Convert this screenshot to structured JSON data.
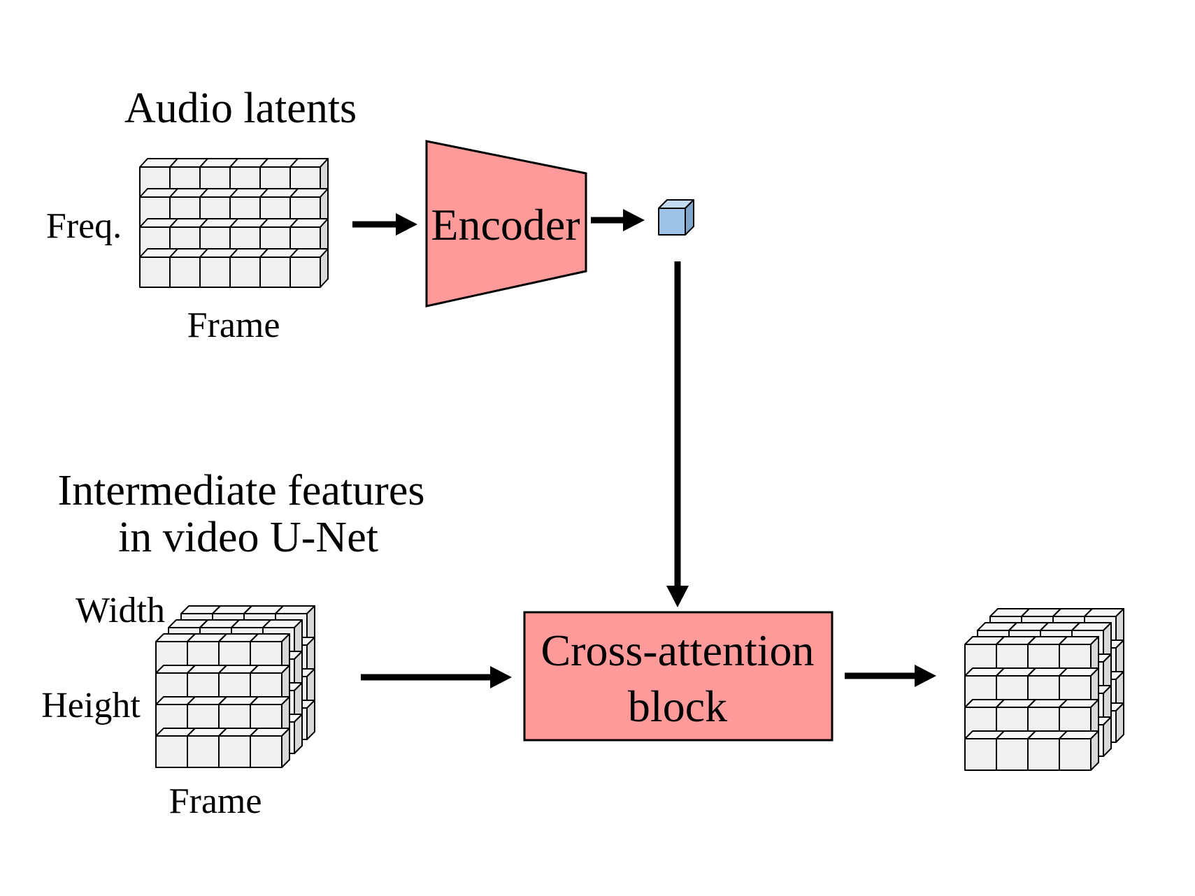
{
  "audio": {
    "title": "Audio latents",
    "freq_label": "Freq.",
    "frame_label": "Frame",
    "grid": {
      "rows": 4,
      "cols": 6
    }
  },
  "encoder": {
    "label": "Encoder",
    "fill": "#ff9a9a"
  },
  "embedding": {
    "fill": "#9fc3e6"
  },
  "video": {
    "title_line1": "Intermediate features",
    "title_line2": "in video U-Net",
    "width_label": "Width",
    "height_label": "Height",
    "frame_label": "Frame",
    "grid": {
      "rows": 4,
      "cols": 4,
      "layers": 3
    }
  },
  "cross_attention": {
    "label_line1": "Cross-attention",
    "label_line2": "block",
    "fill": "#ff9a9a"
  },
  "output": {
    "grid": {
      "rows": 4,
      "cols": 4,
      "layers": 3
    }
  },
  "colors": {
    "cube_face": "#f0f0f0",
    "cube_top": "#f7f7f7",
    "cube_side": "#d8d8d8",
    "stroke": "#000000"
  }
}
